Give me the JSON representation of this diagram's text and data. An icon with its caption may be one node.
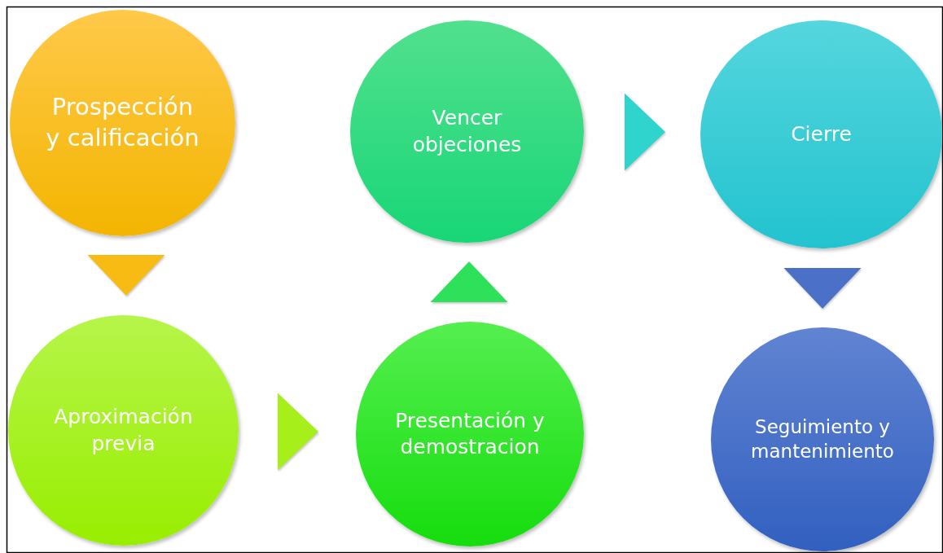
{
  "diagram": {
    "nodes": [
      {
        "text": [
          "Prospección y calificación"
        ]
      },
      {
        "text": [
          "Aproximación previa"
        ]
      },
      {
        "text": [
          "Presentación y demostracion"
        ]
      },
      {
        "text": [
          "Vencer objeciones"
        ]
      },
      {
        "text": [
          "Cierre"
        ]
      },
      {
        "text": [
          "Seguimiento y mantenimiento"
        ]
      }
    ],
    "edges": [
      {
        "from": 0,
        "to": 1,
        "arrow": "to",
        "color": "#f8bb14"
      },
      {
        "from": 1,
        "to": 2,
        "arrow": "to",
        "color": "#a6ef1a"
      },
      {
        "from": 2,
        "to": 3,
        "arrow": "to",
        "color": "#2ee05a"
      },
      {
        "from": 3,
        "to": 4,
        "arrow": "to",
        "color": "#2fd4cc"
      },
      {
        "from": 4,
        "to": 5,
        "arrow": "to",
        "color": "#4a70c8"
      }
    ]
  }
}
